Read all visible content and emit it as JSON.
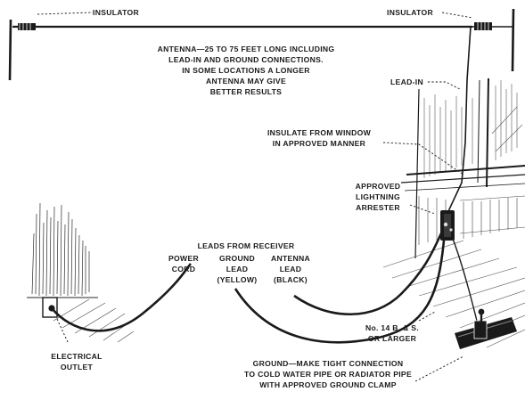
{
  "labels": {
    "insulator_left": "INSULATOR",
    "insulator_right": "INSULATOR",
    "antenna_note": [
      "ANTENNA—25 TO 75 FEET LONG INCLUDING",
      "LEAD-IN AND GROUND CONNECTIONS.",
      "IN SOME LOCATIONS A LONGER",
      "ANTENNA MAY GIVE",
      "BETTER RESULTS"
    ],
    "lead_in": "LEAD-IN",
    "insulate_window": [
      "INSULATE FROM WINDOW",
      "IN APPROVED MANNER"
    ],
    "arrester": [
      "APPROVED",
      "LIGHTNING",
      "ARRESTER"
    ],
    "leads_from_receiver": "LEADS FROM RECEIVER",
    "power_cord": [
      "POWER",
      "CORD"
    ],
    "ground_lead": [
      "GROUND",
      "LEAD",
      "(YELLOW)"
    ],
    "antenna_lead": [
      "ANTENNA",
      "LEAD",
      "(BLACK)"
    ],
    "wire_gauge": [
      "No. 14 B. & S.",
      "OR LARGER"
    ],
    "electrical_outlet": [
      "ELECTRICAL",
      "OUTLET"
    ],
    "ground_note": [
      "GROUND—MAKE TIGHT CONNECTION",
      "TO COLD WATER PIPE OR RADIATOR PIPE",
      "WITH APPROVED GROUND CLAMP"
    ]
  }
}
